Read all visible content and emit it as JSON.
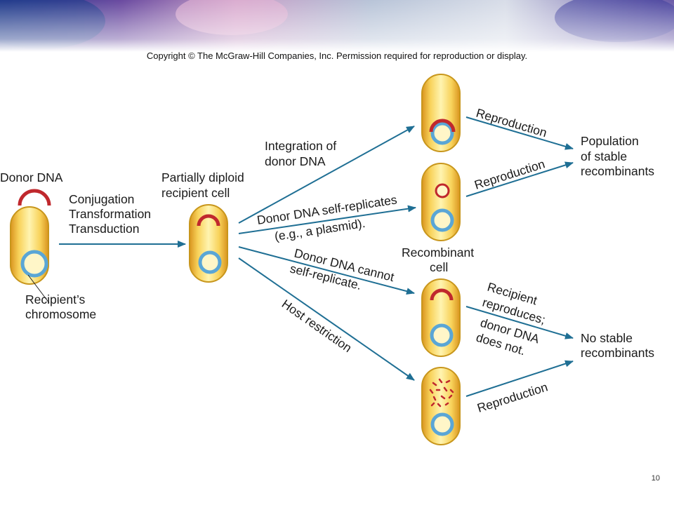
{
  "header": {
    "copyright": "Copyright © The McGraw-Hill Companies, Inc. Permission required for reproduction or display."
  },
  "labels": {
    "donor_dna": "Donor DNA",
    "method_1": "Conjugation",
    "method_2": "Transformation",
    "method_3": "Transduction",
    "recipient_chromosome_1": "Recipient’s",
    "recipient_chromosome_2": "chromosome",
    "partially_diploid_1": "Partially diploid",
    "partially_diploid_2": "recipient cell",
    "integration_1": "Integration of",
    "integration_2": "donor DNA",
    "self_replicates_1": "Donor DNA self-replicates",
    "self_replicates_2": "(e.g., a plasmid).",
    "cannot_replicate_1": "Donor DNA cannot",
    "cannot_replicate_2": "self-replicate.",
    "host_restriction": "Host restriction",
    "recombinant_cell_1": "Recombinant",
    "recombinant_cell_2": "cell",
    "reproduction_1": "Reproduction",
    "reproduction_2": "Reproduction",
    "reproduction_4": "Reproduction",
    "recipient_reproduces_1": "Recipient",
    "recipient_reproduces_2": "reproduces;",
    "donor_does_not_1": "donor DNA",
    "donor_does_not_2": "does not.",
    "population_1": "Population",
    "population_2": "of stable",
    "population_3": "recombinants",
    "no_stable_1": "No stable",
    "no_stable_2": "recombinants"
  },
  "footer": {
    "page_number": "10"
  },
  "colors": {
    "arrow": "#1f6f94",
    "cell_fill": "#f3c64a",
    "cell_outline": "#c8961c",
    "donor_dna": "#c0282d",
    "chromosome": "#5aa6d6"
  }
}
